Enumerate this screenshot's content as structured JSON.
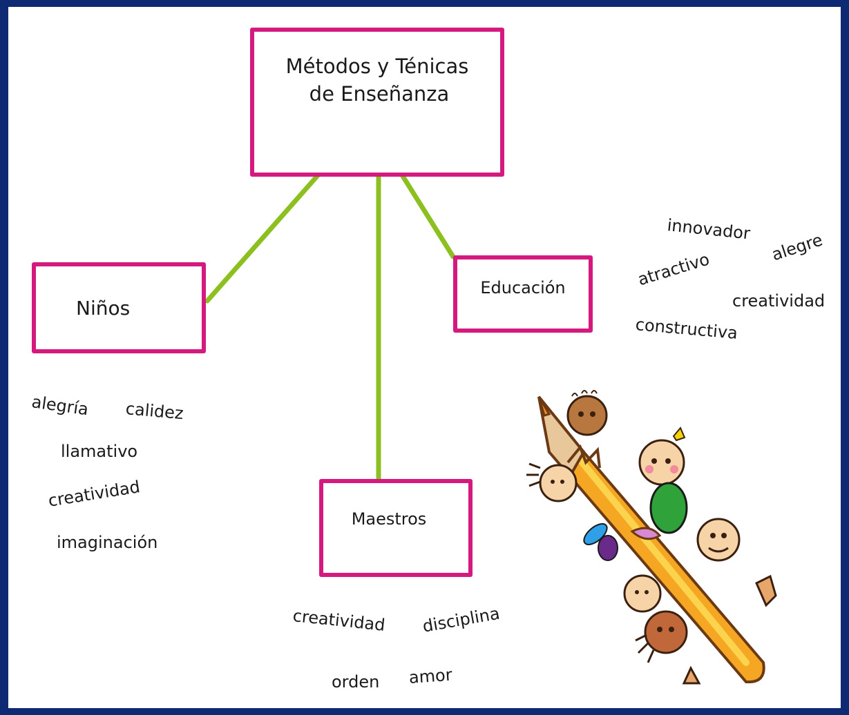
{
  "colors": {
    "frame": "#0d2a73",
    "box_border": "#d4197f",
    "connector": "#8cc020",
    "text": "#1a1a1a"
  },
  "root": {
    "line1": "Métodos y Ténicas",
    "line2": "de Enseñanza"
  },
  "branches": {
    "ninos": {
      "label": "Niños",
      "words": [
        "alegría",
        "calidez",
        "llamativo",
        "creatividad",
        "imaginación"
      ]
    },
    "educacion": {
      "label": "Educación",
      "words": [
        "innovador",
        "alegre",
        "atractivo",
        "creatividad",
        "constructiva"
      ]
    },
    "maestros": {
      "label": "Maestros",
      "words": [
        "creatividad",
        "disciplina",
        "orden",
        "amor"
      ]
    }
  },
  "illustration": {
    "icon": "pencil-with-children-illustration"
  }
}
